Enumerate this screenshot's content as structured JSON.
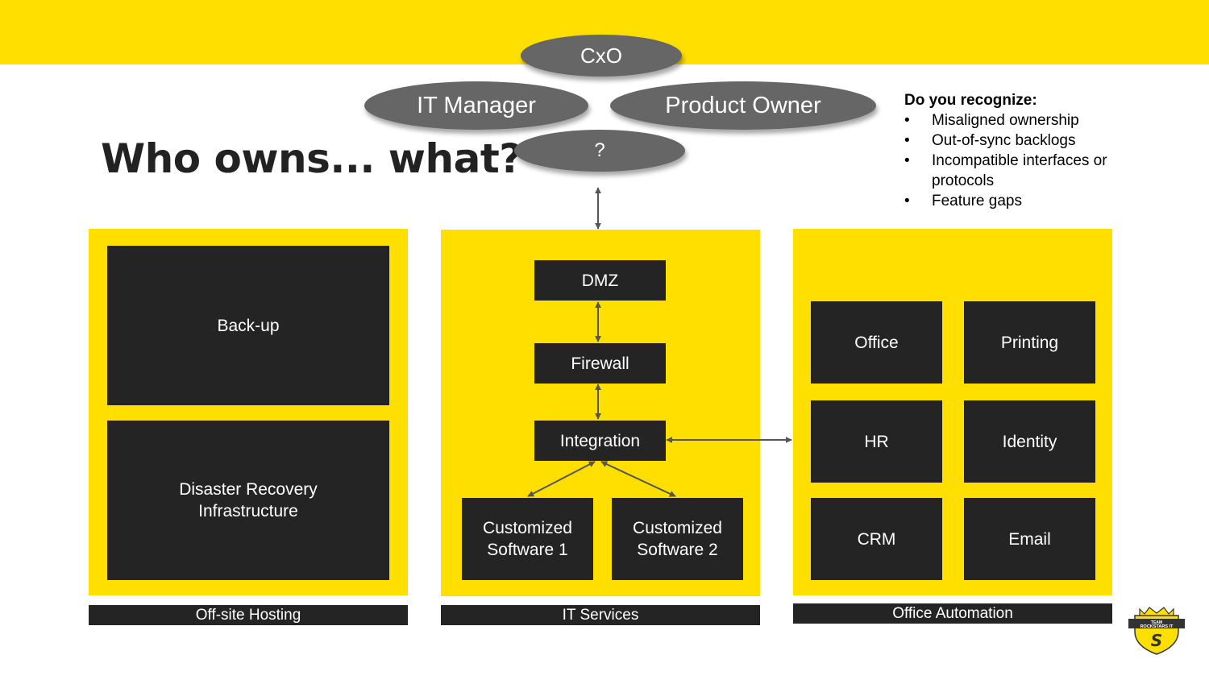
{
  "title": "Who owns... what?",
  "roles": {
    "cxo": "CxO",
    "it_manager": "IT Manager",
    "product_owner": "Product Owner",
    "unknown": "?"
  },
  "recognize": {
    "heading": "Do you recognize:",
    "bullet": "•",
    "items": [
      "Misaligned ownership",
      "Out-of-sync backlogs",
      "Incompatible interfaces or protocols",
      "Feature gaps"
    ]
  },
  "offsite": {
    "caption": "Off-site Hosting",
    "backup": "Back-up",
    "disaster_recovery": "Disaster Recovery\nInfrastructure"
  },
  "it_services": {
    "caption": "IT Services",
    "dmz": "DMZ",
    "firewall": "Firewall",
    "integration": "Integration",
    "custom1": "Customized\nSoftware 1",
    "custom2": "Customized\nSoftware 2"
  },
  "office_automation": {
    "caption": "Office Automation",
    "office": "Office",
    "printing": "Printing",
    "hr": "HR",
    "identity": "Identity",
    "crm": "CRM",
    "email": "Email"
  },
  "logo": {
    "line1": "TEAM",
    "line2": "ROCKSTARS IT",
    "mark": "S"
  },
  "colors": {
    "accent_yellow": "#FFDF00",
    "box_dark": "#242424",
    "ellipse_gray": "#666666",
    "arrow_gray": "#555555"
  }
}
